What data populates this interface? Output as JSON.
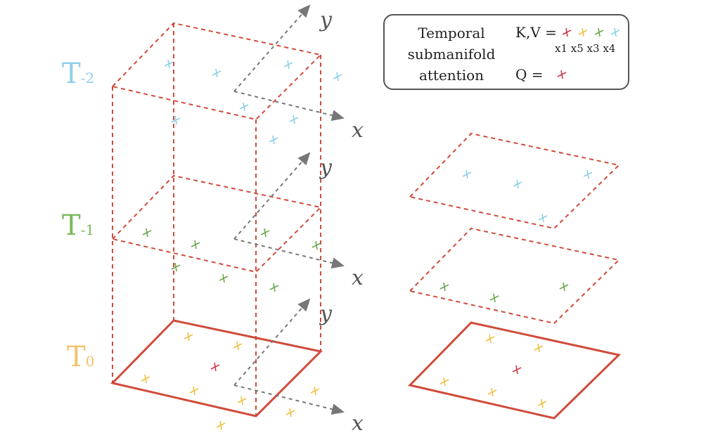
{
  "time_labels": [
    {
      "base": "T",
      "sub": "-2",
      "color": "#8ecfe8"
    },
    {
      "base": "T",
      "sub": "-1",
      "color": "#7cb85a"
    },
    {
      "base": "T",
      "sub": "0",
      "color": "#f2c46a"
    }
  ],
  "axis_labels": {
    "x": "x",
    "y": "y"
  },
  "legend": {
    "title_lines": [
      "Temporal",
      "submanifold",
      "attention"
    ],
    "kv_label": "K,V =",
    "multipliers": "x1 x5 x3 x4",
    "q_label": "Q ="
  },
  "colors": {
    "frame": "#d04b3a",
    "red": "#d03a4a",
    "yellow": "#f2c040",
    "green": "#6aa84f",
    "blue": "#8ecfe8",
    "axis": "#777777"
  },
  "icons": {
    "point_marker": "plus-cross-icon"
  }
}
